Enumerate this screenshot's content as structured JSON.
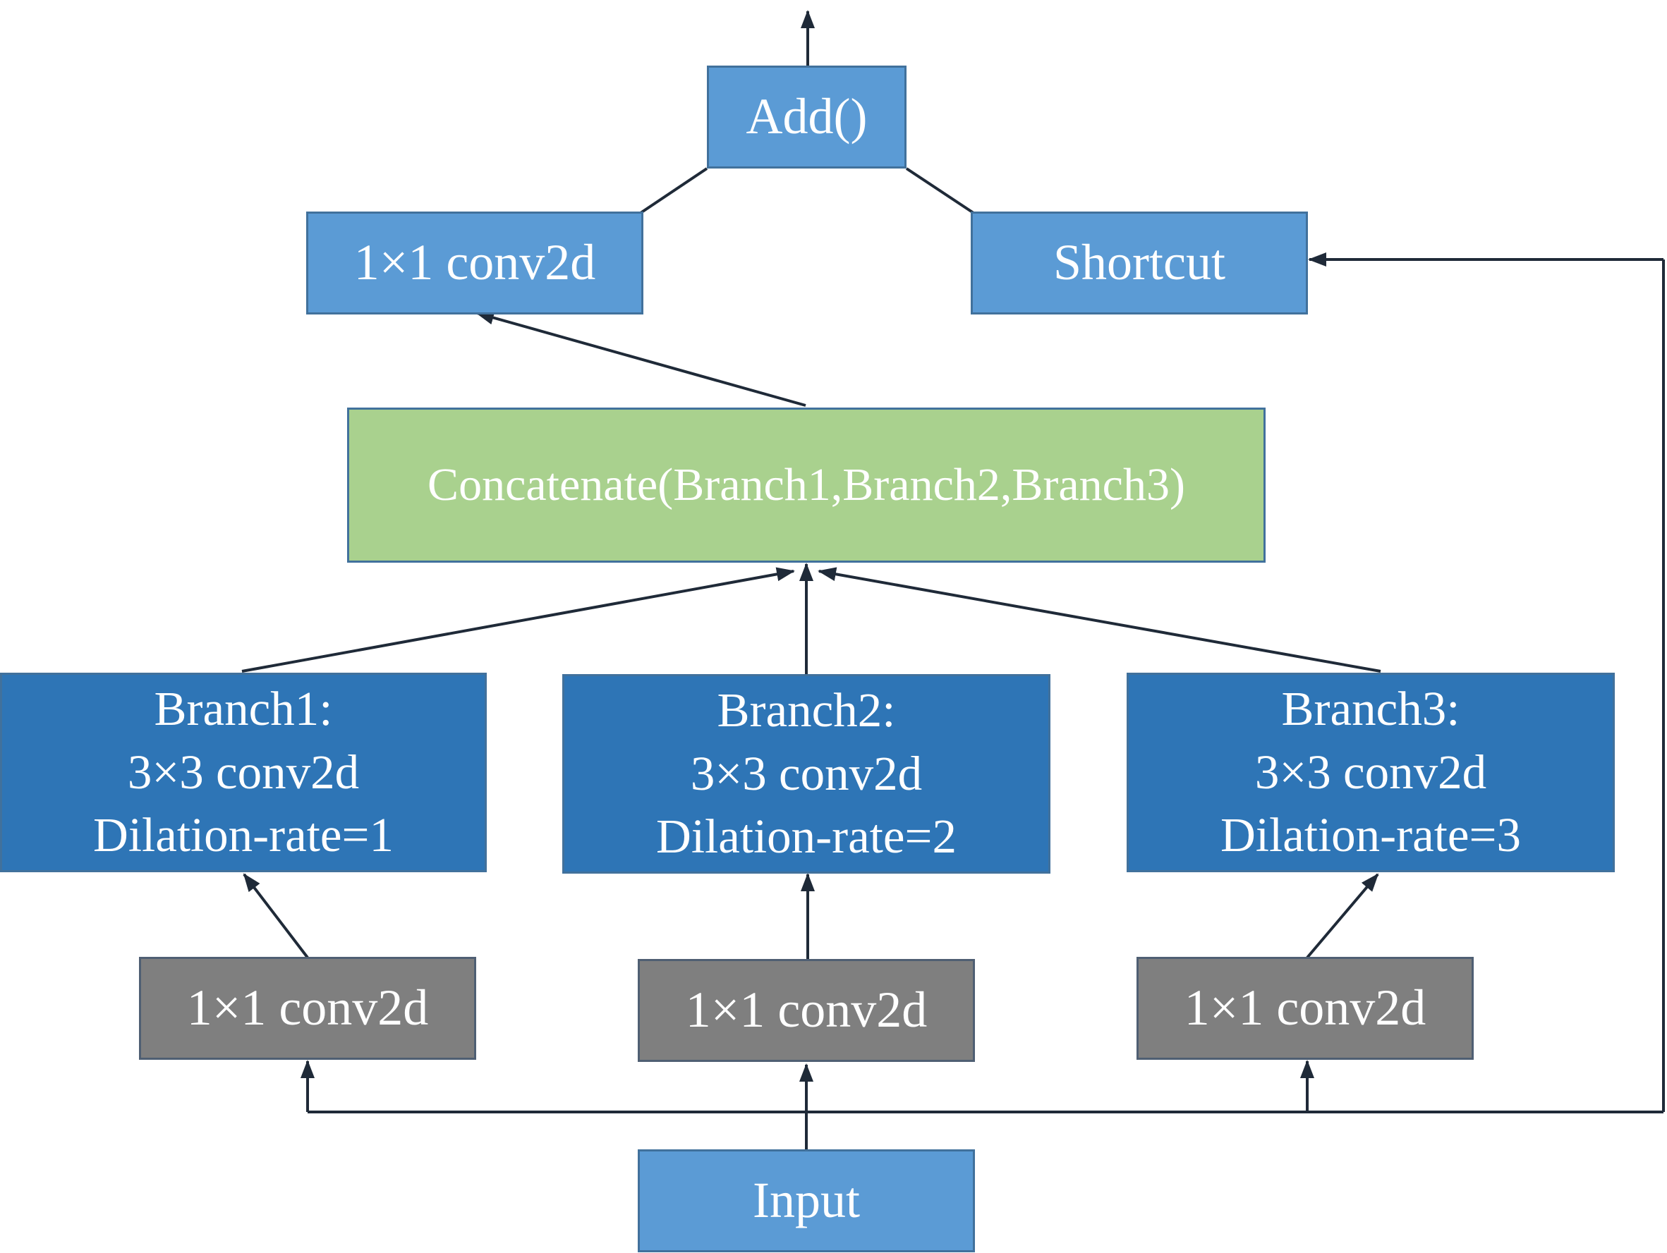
{
  "nodes": {
    "add": "Add()",
    "conv_top": "1×1 conv2d",
    "shortcut": "Shortcut",
    "concat": "Concatenate(Branch1,Branch2,Branch3)",
    "branch1": {
      "title": "Branch1:",
      "conv": "3×3 conv2d",
      "dilation": "Dilation-rate=1"
    },
    "branch2": {
      "title": "Branch2:",
      "conv": "3×3 conv2d",
      "dilation": "Dilation-rate=2"
    },
    "branch3": {
      "title": "Branch3:",
      "conv": "3×3 conv2d",
      "dilation": "Dilation-rate=3"
    },
    "conv_1": "1×1 conv2d",
    "conv_2": "1×1 conv2d",
    "conv_3": "1×1 conv2d",
    "input": "Input"
  },
  "colors": {
    "light_blue": "#5b9bd5",
    "dark_blue": "#2e75b6",
    "gray": "#7f7f7f",
    "green": "#a9d18e",
    "arrow": "#1f2a38"
  }
}
